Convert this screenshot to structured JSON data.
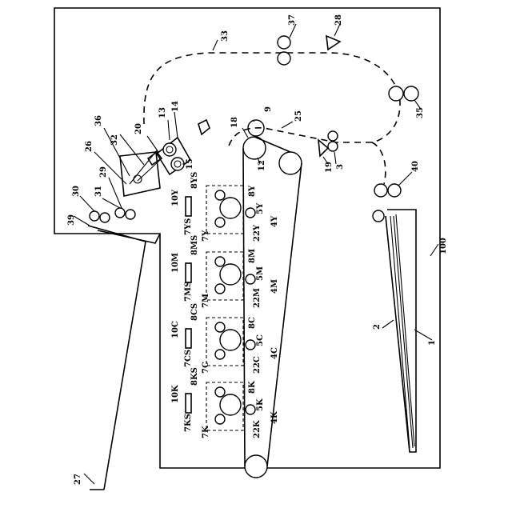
{
  "labels": {
    "l37": "37",
    "l28": "28",
    "l33": "33",
    "l35": "35",
    "l40": "40",
    "l100": "100",
    "l1": "1",
    "l2": "2",
    "l3": "3",
    "l19": "19",
    "l25": "25",
    "l9": "9",
    "l18": "18",
    "l12": "12",
    "l14": "14",
    "l13": "13",
    "l20": "20",
    "l15": "15",
    "l36": "36",
    "l26": "26",
    "l32": "32",
    "l29": "29",
    "l30": "30",
    "l31": "31",
    "l39": "39",
    "l27": "27"
  },
  "stations": [
    {
      "unit": "10Y",
      "cs": "8YS",
      "ks": "7YS",
      "k7": "7Y",
      "c8": "8Y",
      "p5": "5Y",
      "t22": "22Y",
      "s4": "4Y"
    },
    {
      "unit": "10M",
      "cs": "8MS",
      "ks": "7MS",
      "k7": "7M",
      "c8": "8M",
      "p5": "5M",
      "t22": "22M",
      "s4": "4M"
    },
    {
      "unit": "10C",
      "cs": "8CS",
      "ks": "7CS",
      "k7": "7C",
      "c8": "8C",
      "p5": "5C",
      "t22": "22C",
      "s4": "4C"
    },
    {
      "unit": "10K",
      "cs": "8KS",
      "ks": "7KS",
      "k7": "7K",
      "c8": "8K",
      "p5": "5K",
      "t22": "22K",
      "s4": "4K"
    }
  ]
}
